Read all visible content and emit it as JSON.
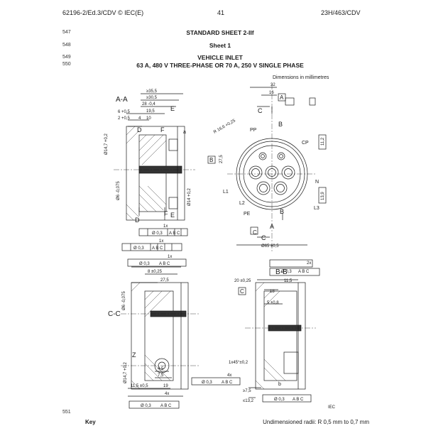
{
  "header": {
    "left": "62196-2/Ed.3/CDV © IEC(E)",
    "center": "41",
    "right": "23H/463/CDV"
  },
  "lines": {
    "l547": "547",
    "l548": "548",
    "l549": "549",
    "l550": "550",
    "l551": "551"
  },
  "titles": {
    "standard_sheet": "STANDARD SHEET 2-IIf",
    "sheet": "Sheet 1",
    "vehicle_inlet": "VEHICLE INLET",
    "rating": "63 A, 480 V THREE-PHASE OR 70 A, 250 V SINGLE PHASE"
  },
  "dimensions_note": "Dimensions in millimetres",
  "drawing": {
    "section_aa": "A-A",
    "section_bb": "B-B",
    "section_cc": "C-C",
    "labels": {
      "pp": "PP",
      "cp": "CP",
      "n": "N",
      "l1": "L1",
      "l2": "L2",
      "l3": "L3",
      "pe": "PE",
      "a": "A",
      "b": "B",
      "c": "C",
      "d": "D",
      "e": "E",
      "f": "F",
      "z": "Z",
      "small_a": "a",
      "small_b": "b",
      "iec": "IEC"
    },
    "dims": {
      "d355": "≥35,5",
      "d305": "≥30,5",
      "d28": "28 -0,4",
      "d195": "19,5",
      "d6": "6 +0,5",
      "d2": "2 +0,5",
      "d4": "4",
      "d10": "10",
      "d147": "Ø14,7 +0,2",
      "d6_075": "Ø6 -0,075",
      "d14_02": "Ø14 +0,2",
      "d32": "32",
      "d16": "16",
      "r166": "R 16,6 +0,25",
      "d275": "27,5",
      "d112": "11,2",
      "d139": "13,9",
      "d65": "Ø65 ±0,5",
      "tol1": "Ø 0,3",
      "tol_abc": "A B C",
      "x1": "1x",
      "x2": "2x",
      "x4": "4x",
      "d8": "8 ±0,25",
      "d275b": "27,5",
      "d5": "5 ±0,8",
      "d18": "18",
      "d115": "11,5",
      "d20": "20 ±0,25",
      "d45": "4,5",
      "d75": "7,5",
      "d115b": "11,5 ±0,5",
      "d19": "19",
      "d75b": "≥7,5",
      "d132": "≤13,2",
      "chamfer": "1x45°±0,2"
    }
  },
  "footer": {
    "key": "Key",
    "radii": "Undimensioned radii: R 0,5 mm to 0,7 mm"
  }
}
